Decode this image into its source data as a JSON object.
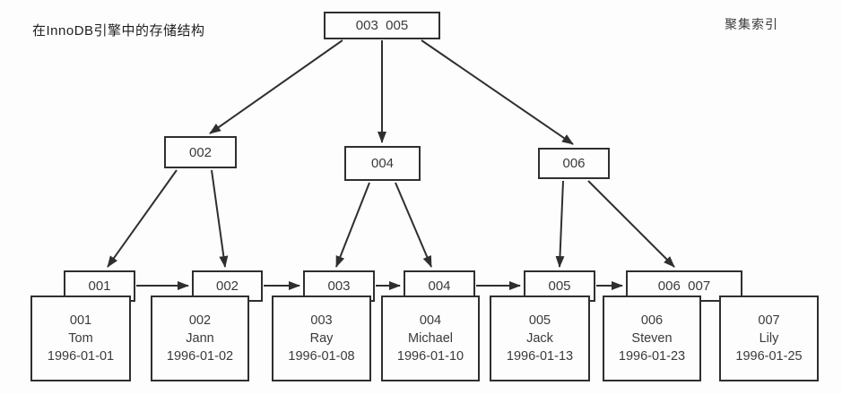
{
  "title": "在InnoDB引擎中的存储结构",
  "corner_label": "聚集索引",
  "colors": {
    "line": "#2f2f2f",
    "border": "#2f2f2f",
    "background": "#fdfdfd",
    "text": "#3a3a3a"
  },
  "tree": {
    "type": "b-plus-tree",
    "root": {
      "label": "003  005"
    },
    "internal": [
      {
        "label": "002"
      },
      {
        "label": "004"
      },
      {
        "label": "006"
      }
    ],
    "leaf_keys": [
      {
        "label": "001"
      },
      {
        "label": "002"
      },
      {
        "label": "003"
      },
      {
        "label": "004"
      },
      {
        "label": "005"
      },
      {
        "label": "006  007"
      }
    ],
    "records": [
      {
        "id": "001",
        "name": "Tom",
        "date": "1996-01-01"
      },
      {
        "id": "002",
        "name": "Jann",
        "date": "1996-01-02"
      },
      {
        "id": "003",
        "name": "Ray",
        "date": "1996-01-08"
      },
      {
        "id": "004",
        "name": "Michael",
        "date": "1996-01-10"
      },
      {
        "id": "005",
        "name": "Jack",
        "date": "1996-01-13"
      },
      {
        "id": "006",
        "name": "Steven",
        "date": "1996-01-23"
      },
      {
        "id": "007",
        "name": "Lily",
        "date": "1996-01-25"
      }
    ]
  }
}
